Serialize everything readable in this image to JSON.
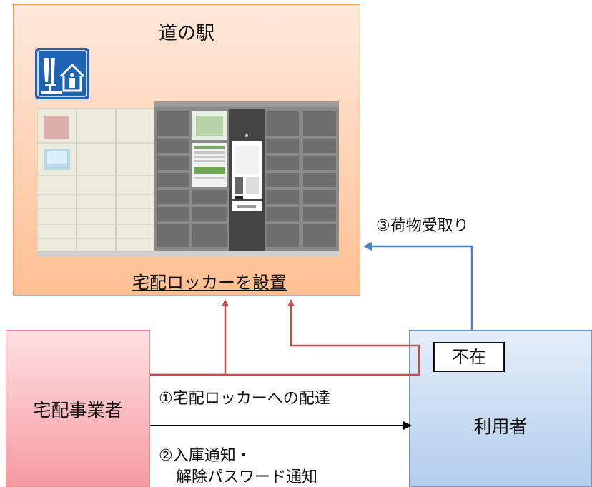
{
  "station": {
    "title": "道の駅",
    "locker_caption": "宅配ロッカーを設置"
  },
  "icons": {
    "roadside_station": "roadside-station-sign-icon"
  },
  "actors": {
    "delivery_company": "宅配事業者",
    "user": "利用者",
    "absent": "不在"
  },
  "steps": {
    "step1": "①宅配ロッカーへの配達",
    "step2_line1": "②入庫通知・",
    "step2_line2": "解除パスワード通知",
    "step3": "③荷物受取り"
  },
  "colors": {
    "station_fill": "#ffd2b4",
    "delivery_fill": "#f9b7bc",
    "user_fill": "#c7dbf1",
    "red_connector": "#c0504d",
    "blue_connector": "#4f81bd",
    "black_connector": "#000000",
    "sign_blue": "#1f64b4"
  }
}
